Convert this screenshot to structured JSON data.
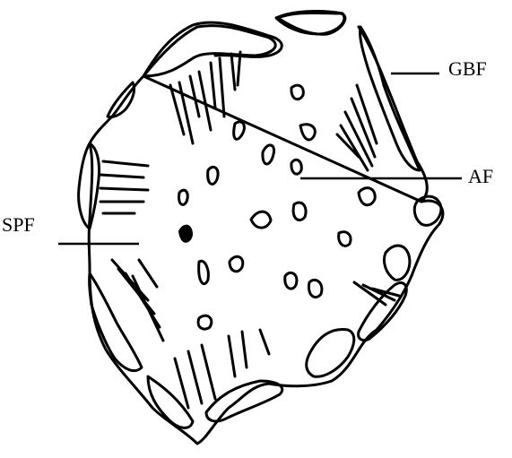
{
  "labels": {
    "gbf": "GBF",
    "af": "AF",
    "spf": "SPF"
  },
  "colors": {
    "ink": "#000000",
    "background": "#ffffff"
  }
}
